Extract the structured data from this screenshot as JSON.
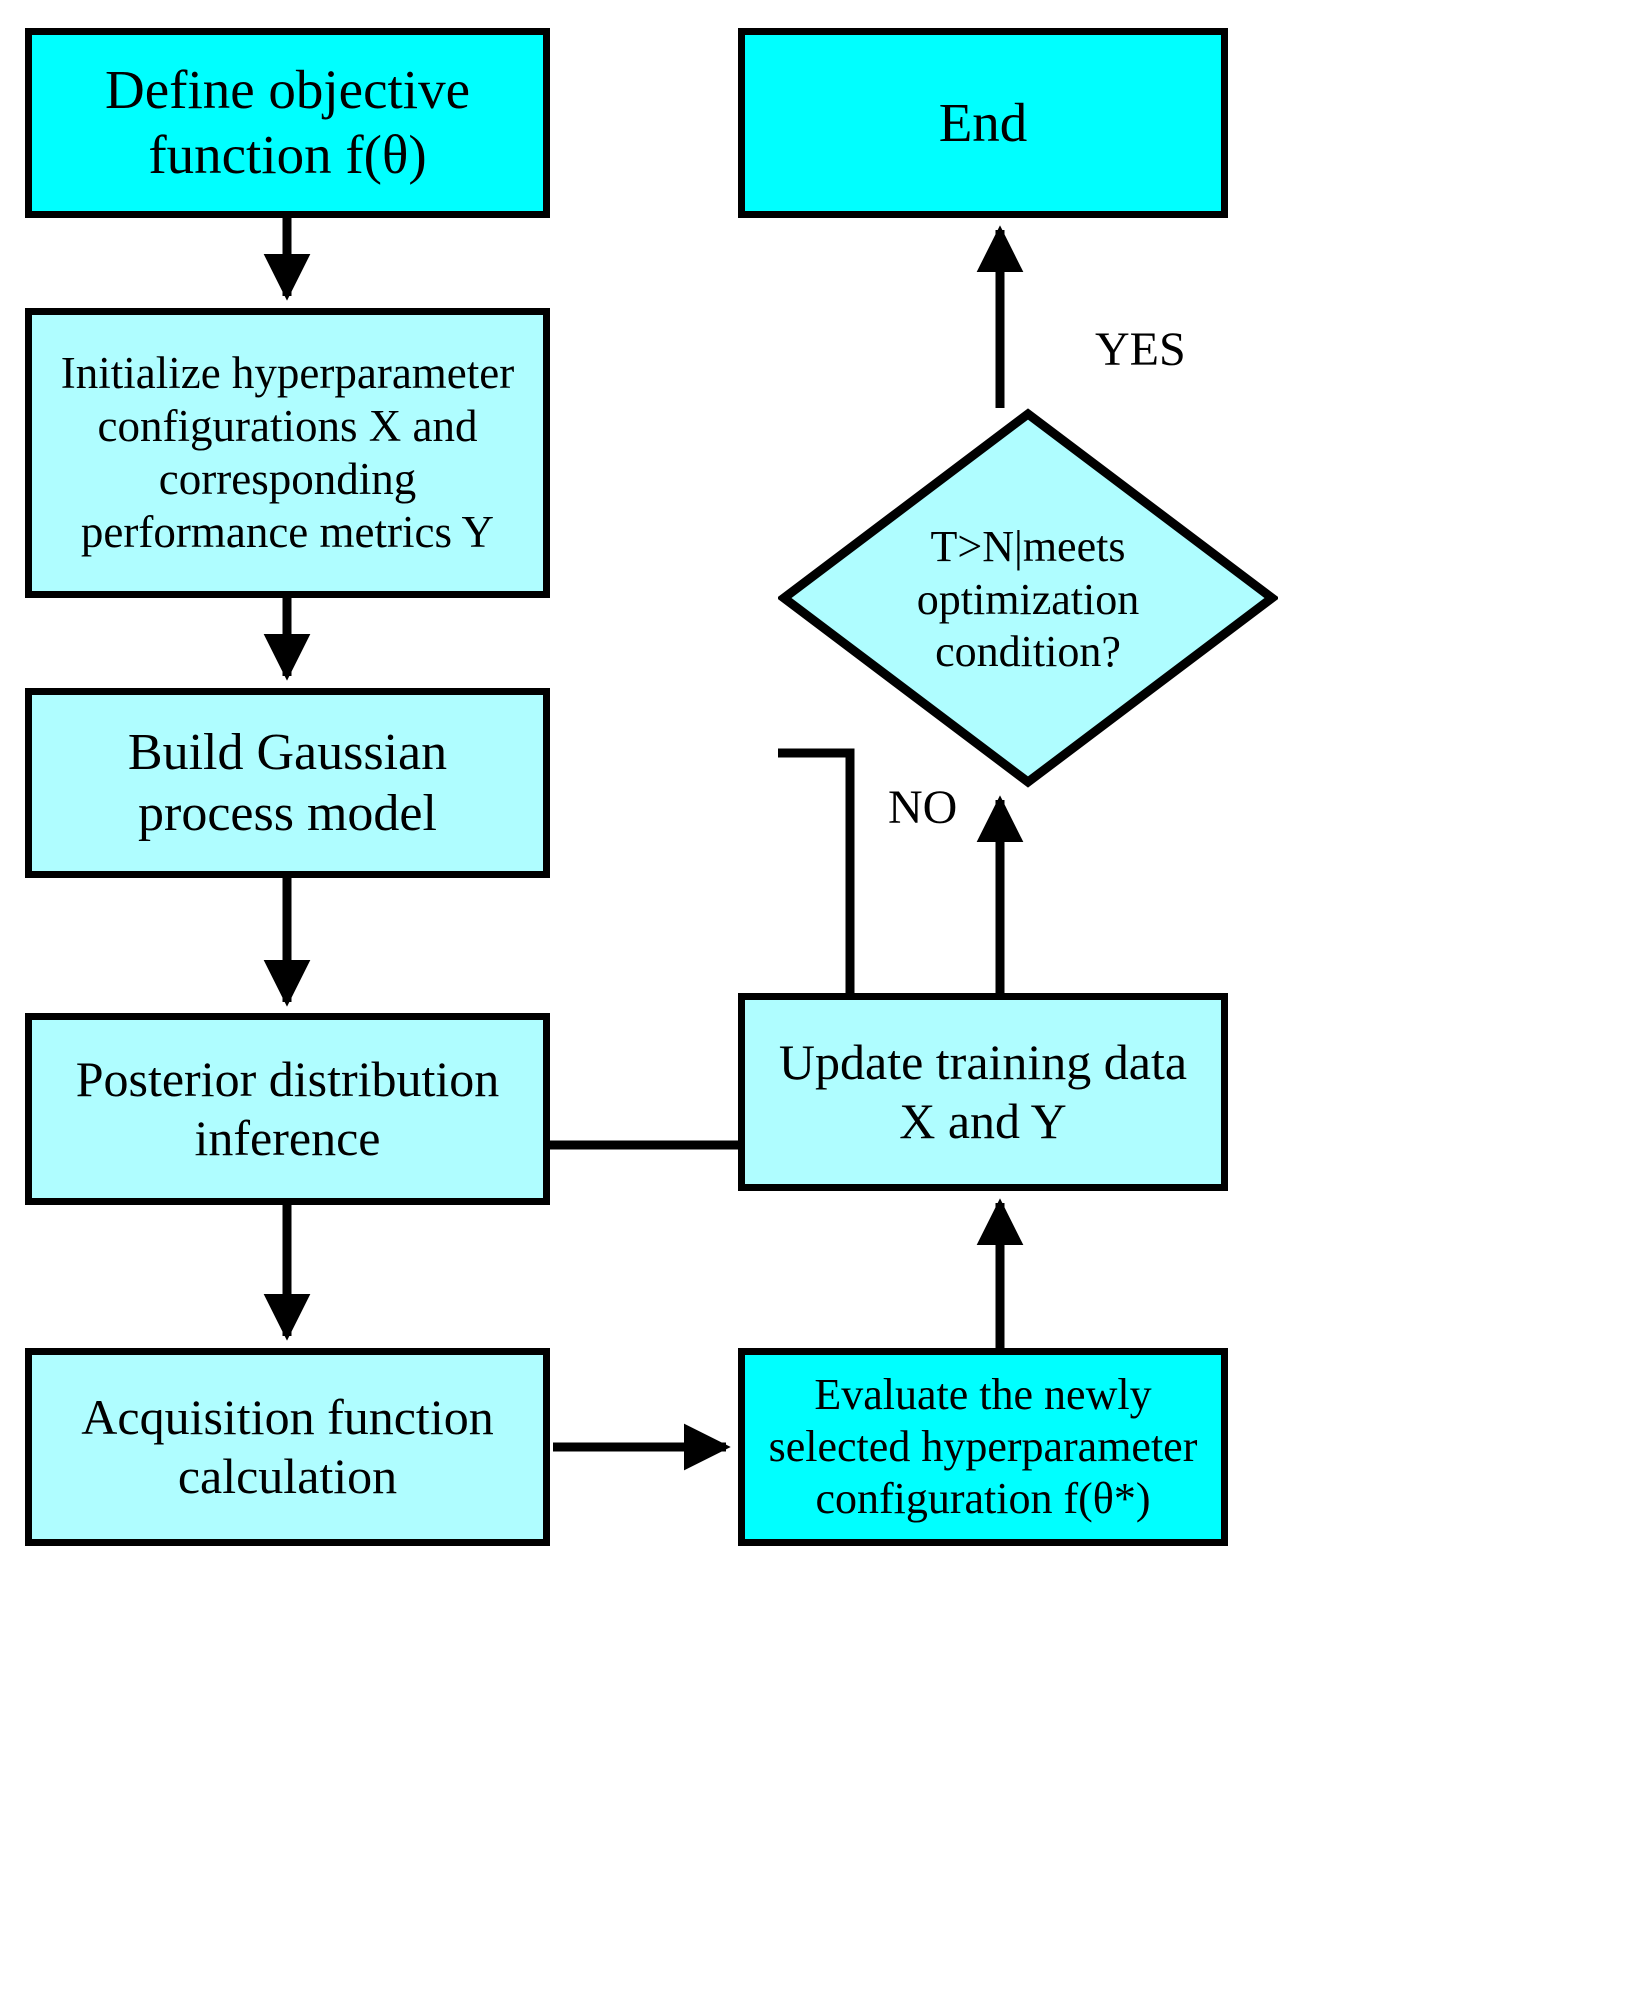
{
  "diagram": {
    "title": "Bayesian optimization hyperparameter tuning flowchart",
    "colors": {
      "fill_bright": "#00FFFF",
      "fill_light": "#AFFDFF",
      "stroke": "#000000",
      "background": "#FFFFFF"
    },
    "nodes": [
      {
        "id": "define",
        "shape": "process",
        "fill": "bright",
        "lines": [
          "Define objective",
          "function f(θ)"
        ]
      },
      {
        "id": "init",
        "shape": "process",
        "fill": "light",
        "lines": [
          "Initialize hyperparameter",
          "configurations X and",
          "corresponding",
          "performance metrics Y"
        ]
      },
      {
        "id": "build",
        "shape": "process",
        "fill": "light",
        "lines": [
          "Build Gaussian",
          "process model"
        ]
      },
      {
        "id": "post",
        "shape": "process",
        "fill": "light",
        "lines": [
          "Posterior distribution",
          "inference"
        ]
      },
      {
        "id": "acq",
        "shape": "process",
        "fill": "light",
        "lines": [
          "Acquisition function",
          "calculation"
        ]
      },
      {
        "id": "eval",
        "shape": "process",
        "fill": "bright",
        "lines": [
          "Evaluate the newly",
          "selected hyperparameter",
          "configuration f(θ*)"
        ]
      },
      {
        "id": "update",
        "shape": "process",
        "fill": "light",
        "lines": [
          "Update training data",
          "X and Y"
        ]
      },
      {
        "id": "decide",
        "shape": "decision",
        "fill": "light",
        "lines": [
          "T>N|meets",
          "optimization",
          "condition?"
        ]
      },
      {
        "id": "end",
        "shape": "terminal",
        "fill": "bright",
        "lines": [
          "End"
        ]
      }
    ],
    "node_text": {
      "define": "Define objective\nfunction f(θ)",
      "init": "Initialize hyperparameter\nconfigurations X and\ncorresponding\nperformance metrics Y",
      "build": "Build Gaussian\nprocess model",
      "post": "Posterior distribution\ninference",
      "acq": "Acquisition function\ncalculation",
      "eval": "Evaluate the newly\nselected hyperparameter\nconfiguration f(θ*)",
      "update": "Update training data\nX and Y",
      "decide": "T>N|meets\noptimization\ncondition?",
      "end": "End"
    },
    "edges": [
      {
        "from": "define",
        "to": "init",
        "label": ""
      },
      {
        "from": "init",
        "to": "build",
        "label": ""
      },
      {
        "from": "build",
        "to": "post",
        "label": ""
      },
      {
        "from": "post",
        "to": "acq",
        "label": ""
      },
      {
        "from": "acq",
        "to": "eval",
        "label": ""
      },
      {
        "from": "eval",
        "to": "update",
        "label": ""
      },
      {
        "from": "update",
        "to": "decide",
        "label": ""
      },
      {
        "from": "decide",
        "to": "end",
        "label": "YES"
      },
      {
        "from": "decide",
        "to": "post",
        "label": "NO"
      }
    ],
    "edge_labels": {
      "yes": "YES",
      "no": "NO"
    }
  }
}
